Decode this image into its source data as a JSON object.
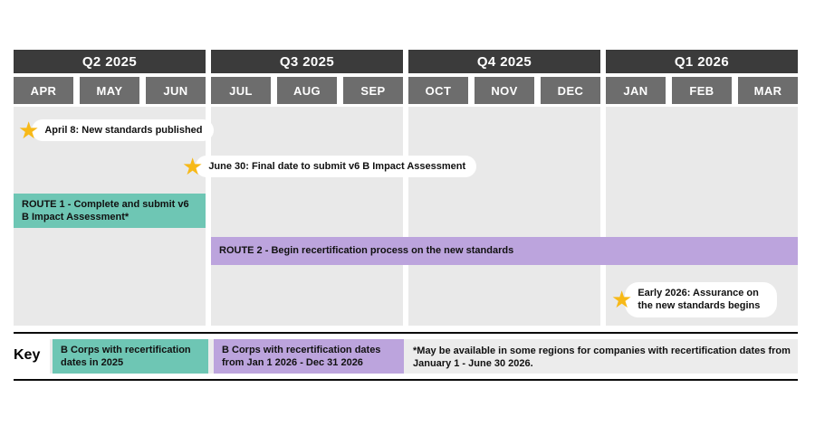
{
  "header": {
    "quarters": [
      {
        "label": "Q2 2025",
        "months": [
          "APR",
          "MAY",
          "JUN"
        ]
      },
      {
        "label": "Q3 2025",
        "months": [
          "JUL",
          "AUG",
          "SEP"
        ]
      },
      {
        "label": "Q4 2025",
        "months": [
          "OCT",
          "NOV",
          "DEC"
        ]
      },
      {
        "label": "Q1 2026",
        "months": [
          "JAN",
          "FEB",
          "MAR"
        ]
      }
    ]
  },
  "milestones": [
    {
      "label": "April 8: New standards published"
    },
    {
      "label": "June 30: Final date to submit v6 B Impact Assessment"
    },
    {
      "label": "Early 2026: Assurance on the new standards begins"
    }
  ],
  "routes": [
    {
      "label": "ROUTE 1 - Complete and submit v6 B Impact Assessment*"
    },
    {
      "label": "ROUTE 2 - Begin recertification process on the new standards"
    }
  ],
  "key": {
    "title": "Key",
    "items": [
      {
        "label": "B Corps with recertification dates in 2025"
      },
      {
        "label": "B Corps with recertification dates from Jan 1 2026 - Dec 31 2026"
      }
    ],
    "note": "*May be available in some regions for companies with recertification dates from January 1 - June 30 2026."
  },
  "colors": {
    "header_dark": "#3b3b3b",
    "month_gray": "#6d6d6d",
    "body_gray": "#e9e9e9",
    "teal": "#6ec6b4",
    "purple": "#bca4dd",
    "star": "#f7b918"
  }
}
